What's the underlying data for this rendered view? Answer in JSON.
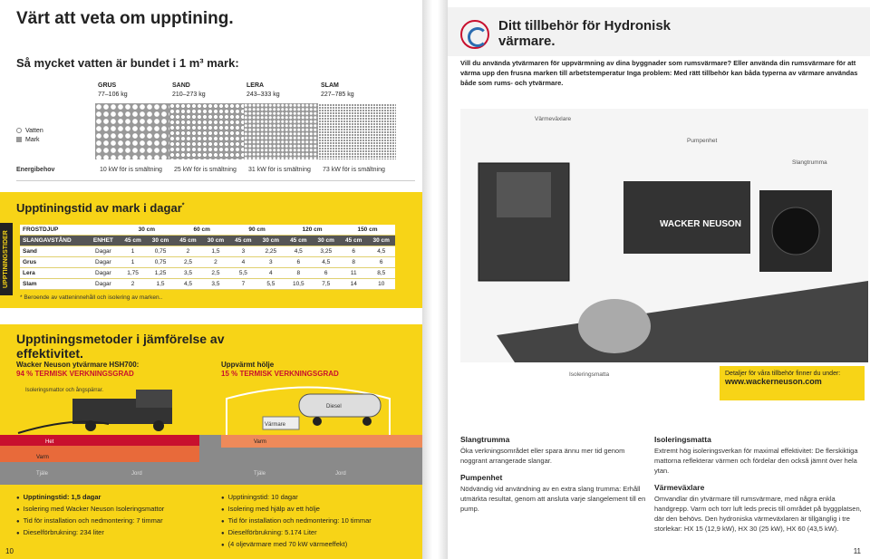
{
  "left": {
    "title": "Värt att veta om upptining.",
    "subtitle": "Så mycket vatten är bundet i 1 m³ mark:",
    "soils": [
      {
        "name": "GRUS",
        "range": "77–106 kg"
      },
      {
        "name": "SAND",
        "range": "210–273 kg"
      },
      {
        "name": "LERA",
        "range": "243–333 kg"
      },
      {
        "name": "SLAM",
        "range": "227–785 kg"
      }
    ],
    "legend": {
      "water": "Vatten",
      "ground": "Mark"
    },
    "energy": {
      "label": "Energibehov",
      "values": [
        "10 kW för is smältning",
        "25 kW för is smältning",
        "31 kW för is smältning",
        "73 kW för is smältning"
      ]
    },
    "thaw_title": "Upptiningstid av mark i dagar",
    "thaw_title_star": "*",
    "side_label": "UPPTININGSTIDER",
    "table": {
      "depth_label": "FROSTDJUP",
      "depths": [
        "30 cm",
        "60 cm",
        "90 cm",
        "120 cm",
        "150 cm"
      ],
      "spacing_label": "SLANGAVSTÅND",
      "unit_label": "ENHET",
      "spacings": [
        "45 cm",
        "30 cm",
        "45 cm",
        "30 cm",
        "45 cm",
        "30 cm",
        "45 cm",
        "30 cm",
        "45 cm",
        "30 cm"
      ],
      "rows": [
        {
          "soil": "Sand",
          "unit": "Dagar",
          "values": [
            "1",
            "0,75",
            "2",
            "1,5",
            "3",
            "2,25",
            "4,5",
            "3,25",
            "6",
            "4,5"
          ]
        },
        {
          "soil": "Grus",
          "unit": "Dagar",
          "values": [
            "1",
            "0,75",
            "2,5",
            "2",
            "4",
            "3",
            "6",
            "4,5",
            "8",
            "6"
          ]
        },
        {
          "soil": "Lera",
          "unit": "Dagar",
          "values": [
            "1,75",
            "1,25",
            "3,5",
            "2,5",
            "5,5",
            "4",
            "8",
            "6",
            "11",
            "8,5"
          ]
        },
        {
          "soil": "Slam",
          "unit": "Dagar",
          "values": [
            "2",
            "1,5",
            "4,5",
            "3,5",
            "7",
            "5,5",
            "10,5",
            "7,5",
            "14",
            "10"
          ]
        }
      ]
    },
    "footnote": "* Beroende av vatteninnehåll och isolering av marken..",
    "methods_title": "Upptiningsmetoder i jämförelse av effektivitet.",
    "method_a": {
      "name": "Wacker Neuson ytvärmare HSH700:",
      "eff": "94 % TERMISK VERKNINGSGRAD"
    },
    "method_b": {
      "name": "Uppvärmt hölje",
      "eff": "15 % TERMISK VERKNINGSGRAD"
    },
    "illu_labels": {
      "mats": "Isoleringsmattor och ångspärrar.",
      "diesel": "Diesel",
      "heater": "Värmare",
      "hot": "Het",
      "warm_a": "Varm",
      "warm_b": "Varm",
      "thaw_a": "Tjäle",
      "soil_a": "Jord",
      "thaw_b": "Tjäle",
      "soil_b": "Jord"
    },
    "bullets_a": [
      "Upptiningstid: 1,5 dagar",
      "Isolering med Wacker Neuson Isoleringsmattor",
      "Tid för installation och nedmontering: 7 timmar",
      "Dieselförbrukning: 234 liter"
    ],
    "bullets_b": [
      "Upptiningstid: 10 dagar",
      "Isolering med hjälp av ett hölje",
      "Tid för installation och nedmontering: 10 timmar",
      "Dieselförbrukning: 5.174 Liter",
      "(4 oljevärmare med 70 kW värmeeffekt)"
    ],
    "page": "10"
  },
  "right": {
    "title": "Ditt tillbehör för Hydronisk värmare.",
    "intro": "Vill du använda ytvärmaren för uppvärmning av dina byggnader som rumsvärmare? Eller använda din rumsvärmare för att värma upp den frusna marken till arbetstemperatur Inga problem: Med rätt tillbehör kan båda typerna av värmare användas både som rums- och ytvärmare.",
    "callouts": {
      "exchanger": "Värmeväxlare",
      "pump": "Pumpenhet",
      "drum": "Slangtrumma",
      "mat": "Isoleringsmatta"
    },
    "brand": "WACKER NEUSON",
    "banner": {
      "text": "Detaljer för våra tillbehör finner du under:",
      "url": "www.wackerneuson.com"
    },
    "items": [
      {
        "title": "Slangtrumma",
        "text": "Öka verkningsområdet eller spara ännu mer tid genom noggrant arrangerade slangar."
      },
      {
        "title": "Pumpenhet",
        "text": "Nödvändig vid användning av en extra slang trumma: Erhåll utmärkta resultat, genom att ansluta varje slangelement till en pump."
      },
      {
        "title": "Isoleringsmatta",
        "text": "Extremt hög isoleringsverkan för maximal effektivitet: De flerskiktiga mattorna reflekterar värmen och fördelar den också jämnt över hela ytan."
      },
      {
        "title": "Värmeväxlare",
        "text": "Omvandlar din ytvärmare till rumsvärmare, med några enkla handgrepp. Varm och torr luft leds precis till området på byggplatsen, där den behövs. Den hydroniska värmeväxlaren är tillgänglig i tre storlekar: HX 15 (12,9 kW), HX 30 (25 kW), HX 60 (43,5 kW)."
      }
    ],
    "page": "11"
  },
  "colors": {
    "yellow": "#f7d417",
    "red": "#c8102e",
    "dark": "#222222"
  }
}
